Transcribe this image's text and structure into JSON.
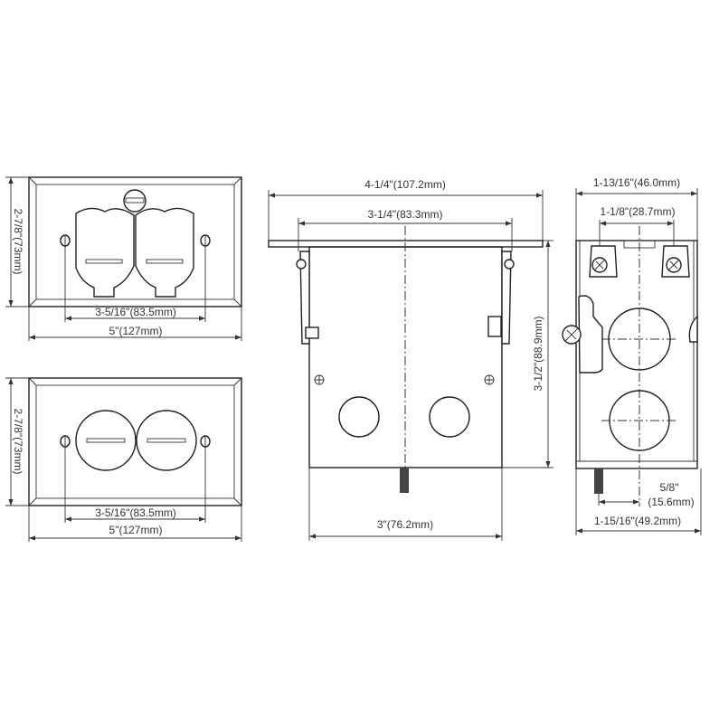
{
  "top_plate": {
    "height_label": "2-7/8\"(73mm)",
    "screw_spacing_label": "3-5/16\"(83.5mm)",
    "width_label": "5\"(127mm)"
  },
  "bottom_plate": {
    "height_label": "2-7/8\"(73mm)",
    "screw_spacing_label": "3-5/16\"(83.5mm)",
    "width_label": "5\"(127mm)"
  },
  "front_view": {
    "flange_width_label": "4-1/4\"(107.2mm)",
    "mount_spacing_label": "3-1/4\"(83.3mm)",
    "depth_label": "3-1/2\"(88.9mm)",
    "box_width_label": "3\"(76.2mm)"
  },
  "side_view": {
    "top_width_label": "1-13/16\"(46.0mm)",
    "screw_spacing_label": "1-1/8\"(28.7mm)",
    "stud_offset_label_1": "5/8\"",
    "stud_offset_label_2": "(15.6mm)",
    "overall_width_label": "1-15/16\"(49.2mm)"
  }
}
